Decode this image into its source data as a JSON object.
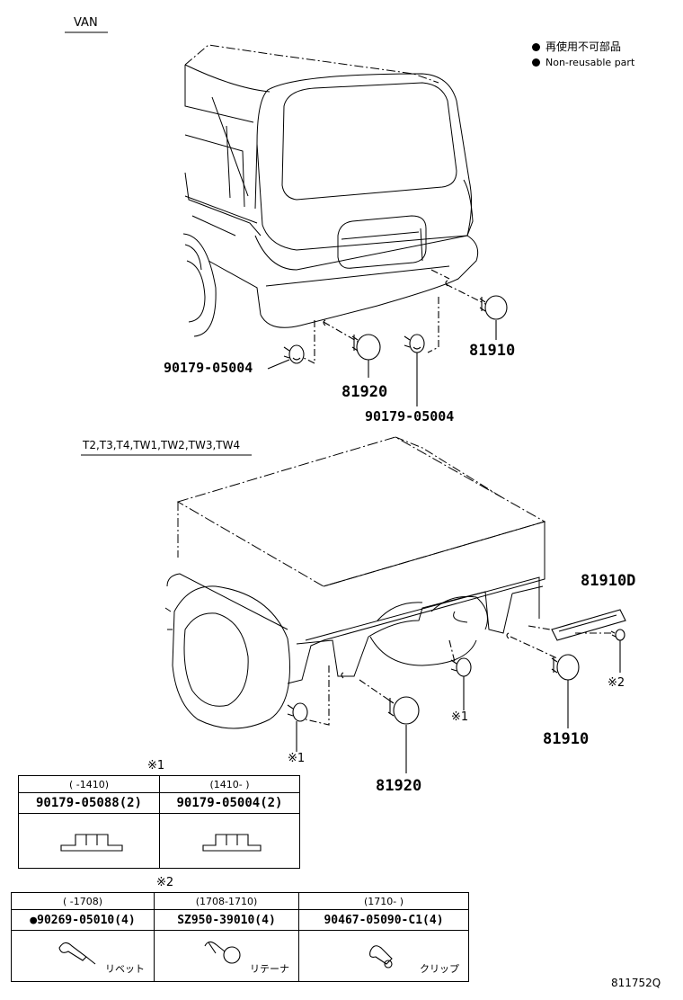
{
  "sections": {
    "van": {
      "label": "VAN"
    },
    "truck": {
      "label": "T2,T3,T4,TW1,TW2,TW3,TW4"
    }
  },
  "legend": {
    "ja": "再使用不可部品",
    "en": "Non-reusable part"
  },
  "callouts": {
    "van_81910": "81910",
    "van_81920": "81920",
    "van_nut_left": "90179-05004",
    "van_nut_right": "90179-05004",
    "truck_81910D": "81910D",
    "truck_81910": "81910",
    "truck_81920": "81920",
    "mark1_a": "※1",
    "mark1_b": "※1",
    "mark2": "※2"
  },
  "note1": {
    "mark": "※1",
    "columns": [
      {
        "range": "(     -1410)",
        "part": "90179-05088(2)"
      },
      {
        "range": "(1410-     )",
        "part": "90179-05004(2)"
      }
    ]
  },
  "note2": {
    "mark": "※2",
    "columns": [
      {
        "range": "(     -1708)",
        "part": "●90269-05010(4)",
        "caption": "リベット"
      },
      {
        "range": "(1708-1710)",
        "part": "SZ950-39010(4)",
        "caption": "リテーナ"
      },
      {
        "range": "(1710-     )",
        "part": "90467-05090-C1(4)",
        "caption": "クリップ"
      }
    ]
  },
  "figure_id": "811752Q"
}
